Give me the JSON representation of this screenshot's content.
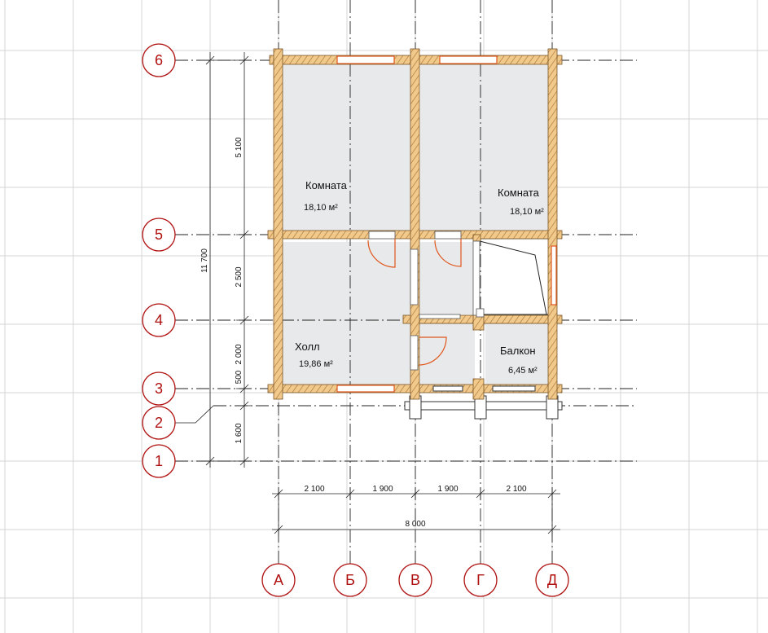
{
  "colors": {
    "page_grid": "#d4d4d4",
    "axis_line": "#222222",
    "bubble_stroke": "#b01010",
    "bubble_text": "#b01010",
    "wall_fill": "#f1c98a",
    "wall_hatch": "#a8743a",
    "room_fill": "#e8e9ea",
    "window": "#e0561c",
    "door": "#e0561c",
    "text": "#111111"
  },
  "axes": {
    "horizontal": [
      "6",
      "5",
      "4",
      "3",
      "2",
      "1"
    ],
    "vertical": [
      "А",
      "Б",
      "В",
      "Г",
      "Д"
    ]
  },
  "rooms": [
    {
      "name": "Комната",
      "area": "18,10 м²"
    },
    {
      "name": "Комната",
      "area": "18,10 м²"
    },
    {
      "name": "Холл",
      "area": "19,86 м²"
    },
    {
      "name": "Балкон",
      "area": "6,45 м²"
    }
  ],
  "dimensions": {
    "vertical": [
      "5 100",
      "2 500",
      "2 000",
      "500",
      "1 600"
    ],
    "vertical_total": "11 700",
    "horizontal": [
      "2 100",
      "1 900",
      "1 900",
      "2 100"
    ],
    "horizontal_total": "8 000"
  }
}
